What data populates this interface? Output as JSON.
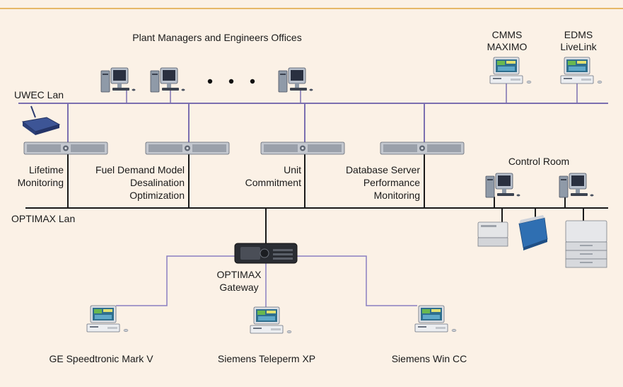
{
  "labels": {
    "plant_offices": "Plant Managers and Engineers Offices",
    "cmms_line1": "CMMS",
    "cmms_line2": "MAXIMO",
    "edms_line1": "EDMS",
    "edms_line2": "LiveLink",
    "uwec_lan": "UWEC Lan",
    "lifetime_line1": "Lifetime",
    "lifetime_line2": "Monitoring",
    "fuel_line1": "Fuel Demand Model",
    "fuel_line2": "Desalination",
    "fuel_line3": "Optimization",
    "unit_line1": "Unit",
    "unit_line2": "Commitment",
    "db_line1": "Database Server",
    "db_line2": "Performance",
    "db_line3": "Monitoring",
    "control_room": "Control Room",
    "optimax_lan": "OPTIMAX Lan",
    "gateway_line1": "OPTIMAX",
    "gateway_line2": "Gateway",
    "ge": "GE Speedtronic Mark V",
    "teleperm": "Siemens Teleperm XP",
    "wincc": "Siemens Win CC"
  },
  "colors": {
    "background": "#fbf1e6",
    "top_rule": "#e6b868",
    "uwec_bus": "#7b6fb0",
    "optimax_bus": "#1a1a1a",
    "gateway_links": "#8a7fc0"
  }
}
